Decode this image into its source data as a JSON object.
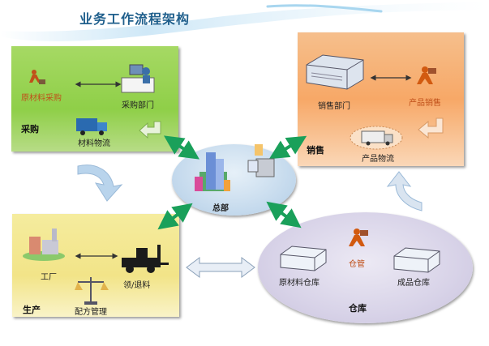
{
  "title": "业务工作流程架构",
  "procurement": {
    "section": "采购",
    "raw_purchase": "原材料采购",
    "dept": "采购部门",
    "logistics": "材料物流"
  },
  "sales": {
    "section": "销售",
    "dept": "销售部门",
    "product_sales": "产品销售",
    "logistics": "产品物流"
  },
  "hq": {
    "label": "总部"
  },
  "production": {
    "section": "生产",
    "factory": "工厂",
    "pickup": "领/退料",
    "formula": "配方管理"
  },
  "warehouse": {
    "section": "仓库",
    "raw_store": "原材料仓库",
    "keeper": "仓管",
    "product_store": "成品仓库"
  },
  "colors": {
    "title": "#1f5f8c",
    "procurement_bg": "#8fcf48",
    "sales_bg": "#f7a867",
    "production_bg": "#f2e488",
    "warehouse_bg": "#d8d3e8",
    "hub_bg": "#b9d2ea",
    "arrow_green": "#1aa05a",
    "flow_arrow": "#b9d4ec",
    "label_orange": "#c0501a"
  }
}
